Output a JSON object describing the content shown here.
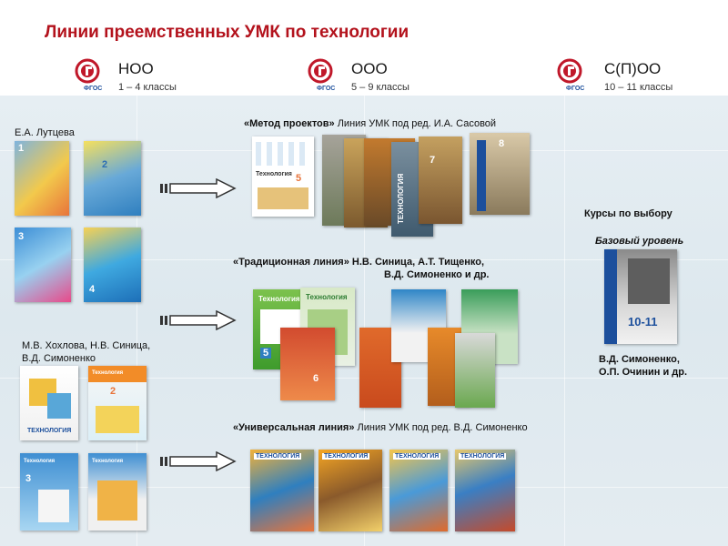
{
  "title": "Линии преемственных УМК по технологии",
  "logo_text": "ФГОС",
  "levels": [
    {
      "name": "НОО",
      "grades": "1 – 4 классы"
    },
    {
      "name": "ООО",
      "grades": "5 – 9 классы"
    },
    {
      "name": "С(П)ОО",
      "grades": "10 – 11 классы"
    }
  ],
  "authors": {
    "lutceva": "Е.А. Лутцева",
    "khokhlova": [
      "М.В. Хохлова, Н.В. Синица,",
      "В.Д. Симоненко"
    ],
    "simonenko_senior": [
      "В.Д. Симоненко,",
      "О.П. Очинин и др."
    ]
  },
  "lines": {
    "projects": {
      "name": "«Метод проектов»",
      "rest": " Линия УМК под ред. И.А. Сасовой"
    },
    "traditional": {
      "name": "«Традиционная линия»",
      "rest": " Н.В. Синица, А.Т. Тищенко,",
      "rest2": "В.Д. Симоненко и др."
    },
    "universal": {
      "name": "«Универсальная линия»",
      "rest": " Линия УМК под ред. В.Д.  Симоненко"
    }
  },
  "electives": {
    "title": "Курсы  по выбору",
    "level": "Базовый уровень"
  },
  "book_labels": {
    "tech": "Технология",
    "tech_caps": "ТЕХНОЛОГИЯ",
    "grade_10_11": "10-11",
    "grades_left": [
      "1",
      "2",
      "3",
      "4",
      "5",
      "6",
      "7",
      "8"
    ]
  },
  "colors": {
    "title": "#b3121c",
    "accent_blue": "#1c4f9c",
    "arrow": "#ffffff"
  }
}
